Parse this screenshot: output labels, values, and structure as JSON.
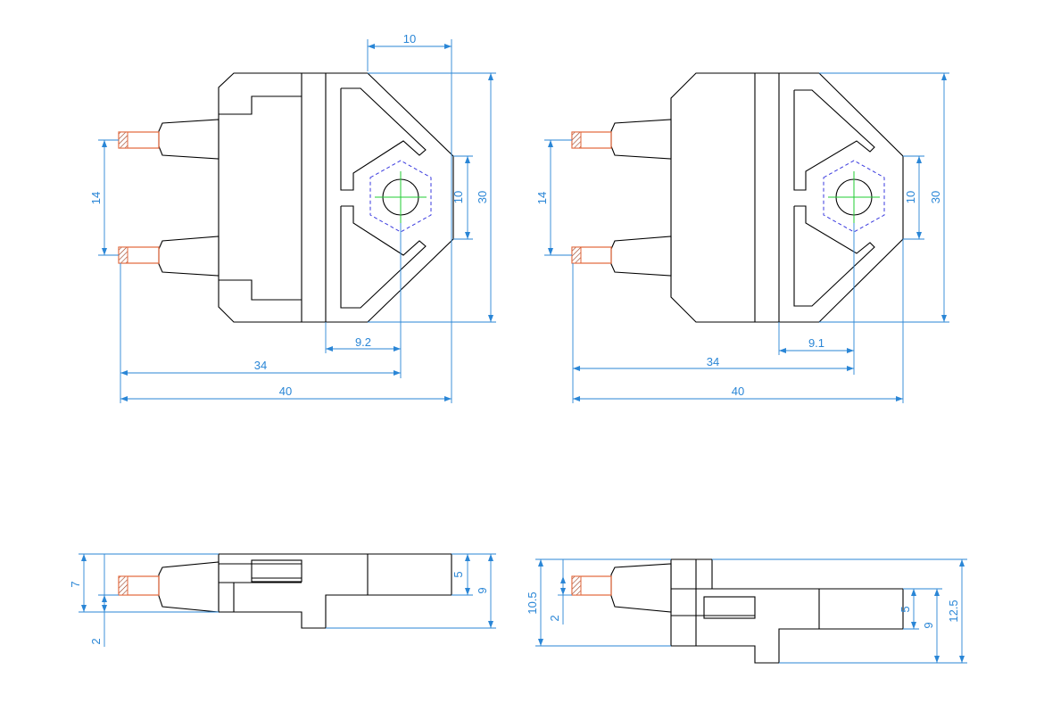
{
  "drawing": {
    "views": [
      {
        "id": "top-left",
        "dims": {
          "top_width": "10",
          "height_total": "30",
          "hex_height": "10",
          "pin_spacing": "14",
          "hole_offset": "9.2",
          "pin_to_hole": "34",
          "overall_length": "40"
        }
      },
      {
        "id": "top-right",
        "dims": {
          "height_total": "30",
          "hex_height": "10",
          "pin_spacing": "14",
          "hole_offset": "9.1",
          "pin_to_hole": "34",
          "overall_length": "40"
        }
      },
      {
        "id": "side-left",
        "dims": {
          "height_left": "7",
          "pin_offset": "2",
          "step": "5",
          "height_right": "9"
        }
      },
      {
        "id": "side-right",
        "dims": {
          "height_left": "10.5",
          "pin_offset": "2",
          "step": "5",
          "height_mid": "9",
          "height_total": "12.5"
        }
      }
    ],
    "colors": {
      "outline": "#000000",
      "dimension": "#2a86d6",
      "hidden": "#3a3adf",
      "centerline": "#22cc33",
      "wire": "#e2663a"
    }
  }
}
